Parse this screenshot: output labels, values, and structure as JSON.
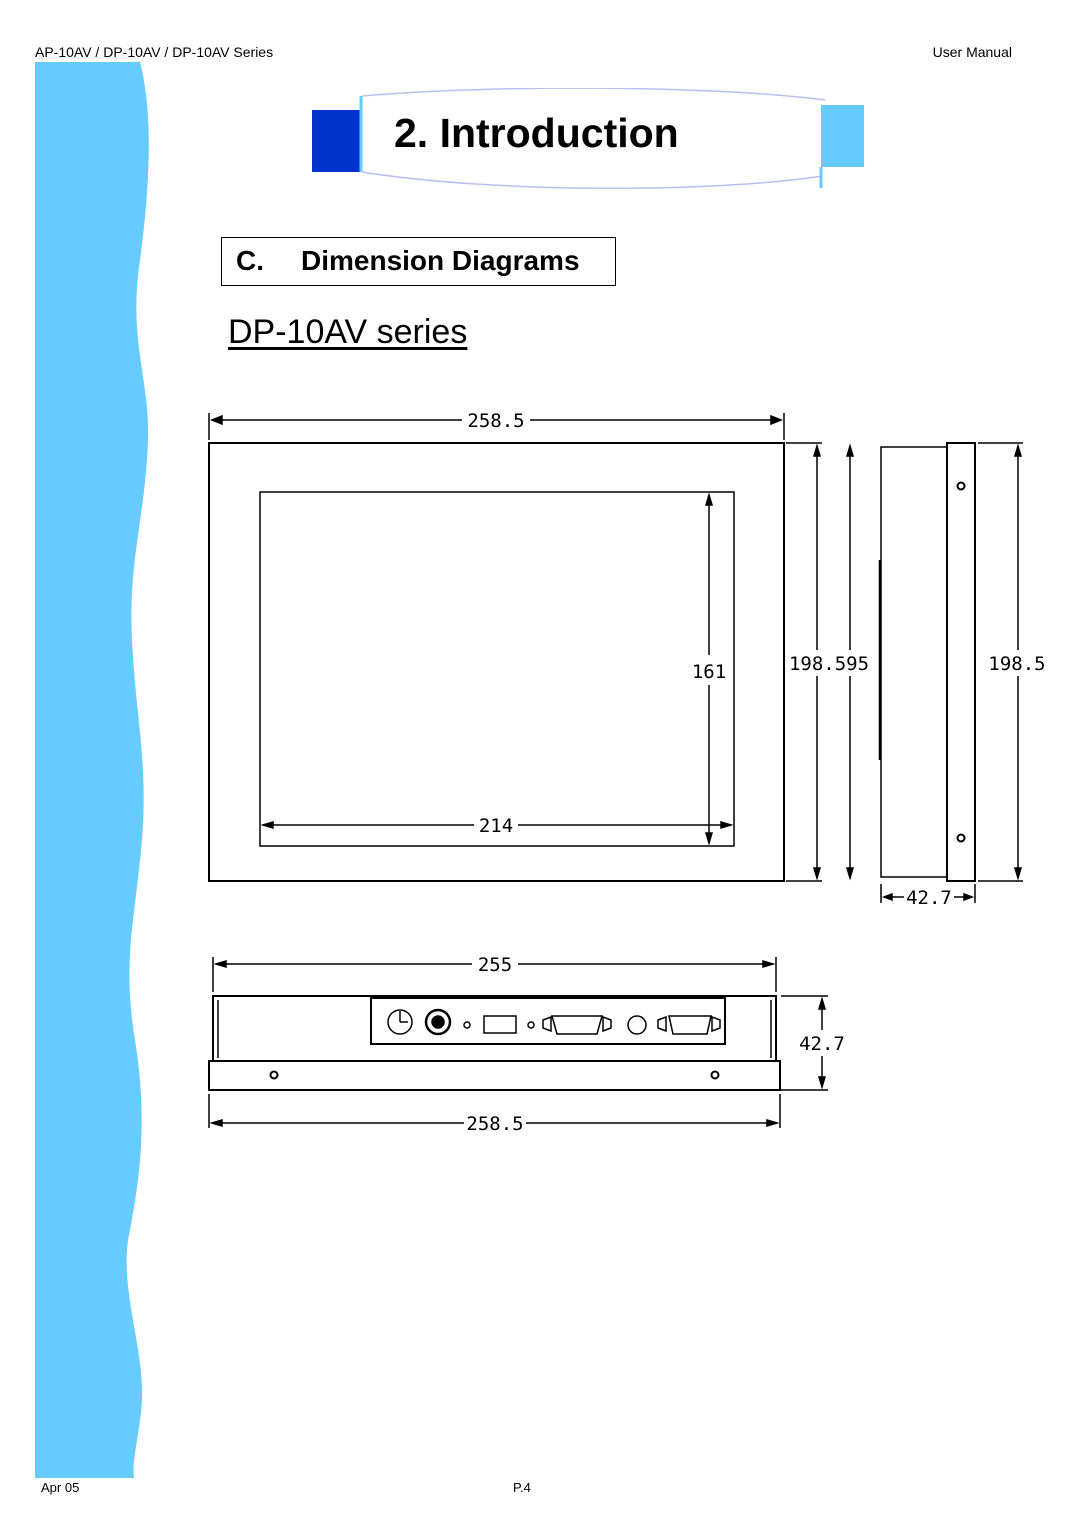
{
  "header": {
    "left": "AP-10AV / DP-10AV / DP-10AV Series",
    "right": "User Manual"
  },
  "chapter": {
    "title": "2. Introduction"
  },
  "section": {
    "letter": "C.",
    "title": "Dimension Diagrams"
  },
  "series_title": "DP-10AV series",
  "dimensions": {
    "front_width": "258.5",
    "screen_height": "161",
    "screen_width": "214",
    "outer_height": "198.595",
    "side_height": "198.5",
    "depth": "42.7",
    "bottom_inner_width": "255",
    "bottom_depth": "42.7",
    "bottom_outer_width": "258.5"
  },
  "footer": {
    "left": "Apr 05",
    "center": "P.4"
  },
  "colors": {
    "stripe": "#66ccff",
    "banner_dark": "#0033cc",
    "banner_light": "#66ccff"
  }
}
